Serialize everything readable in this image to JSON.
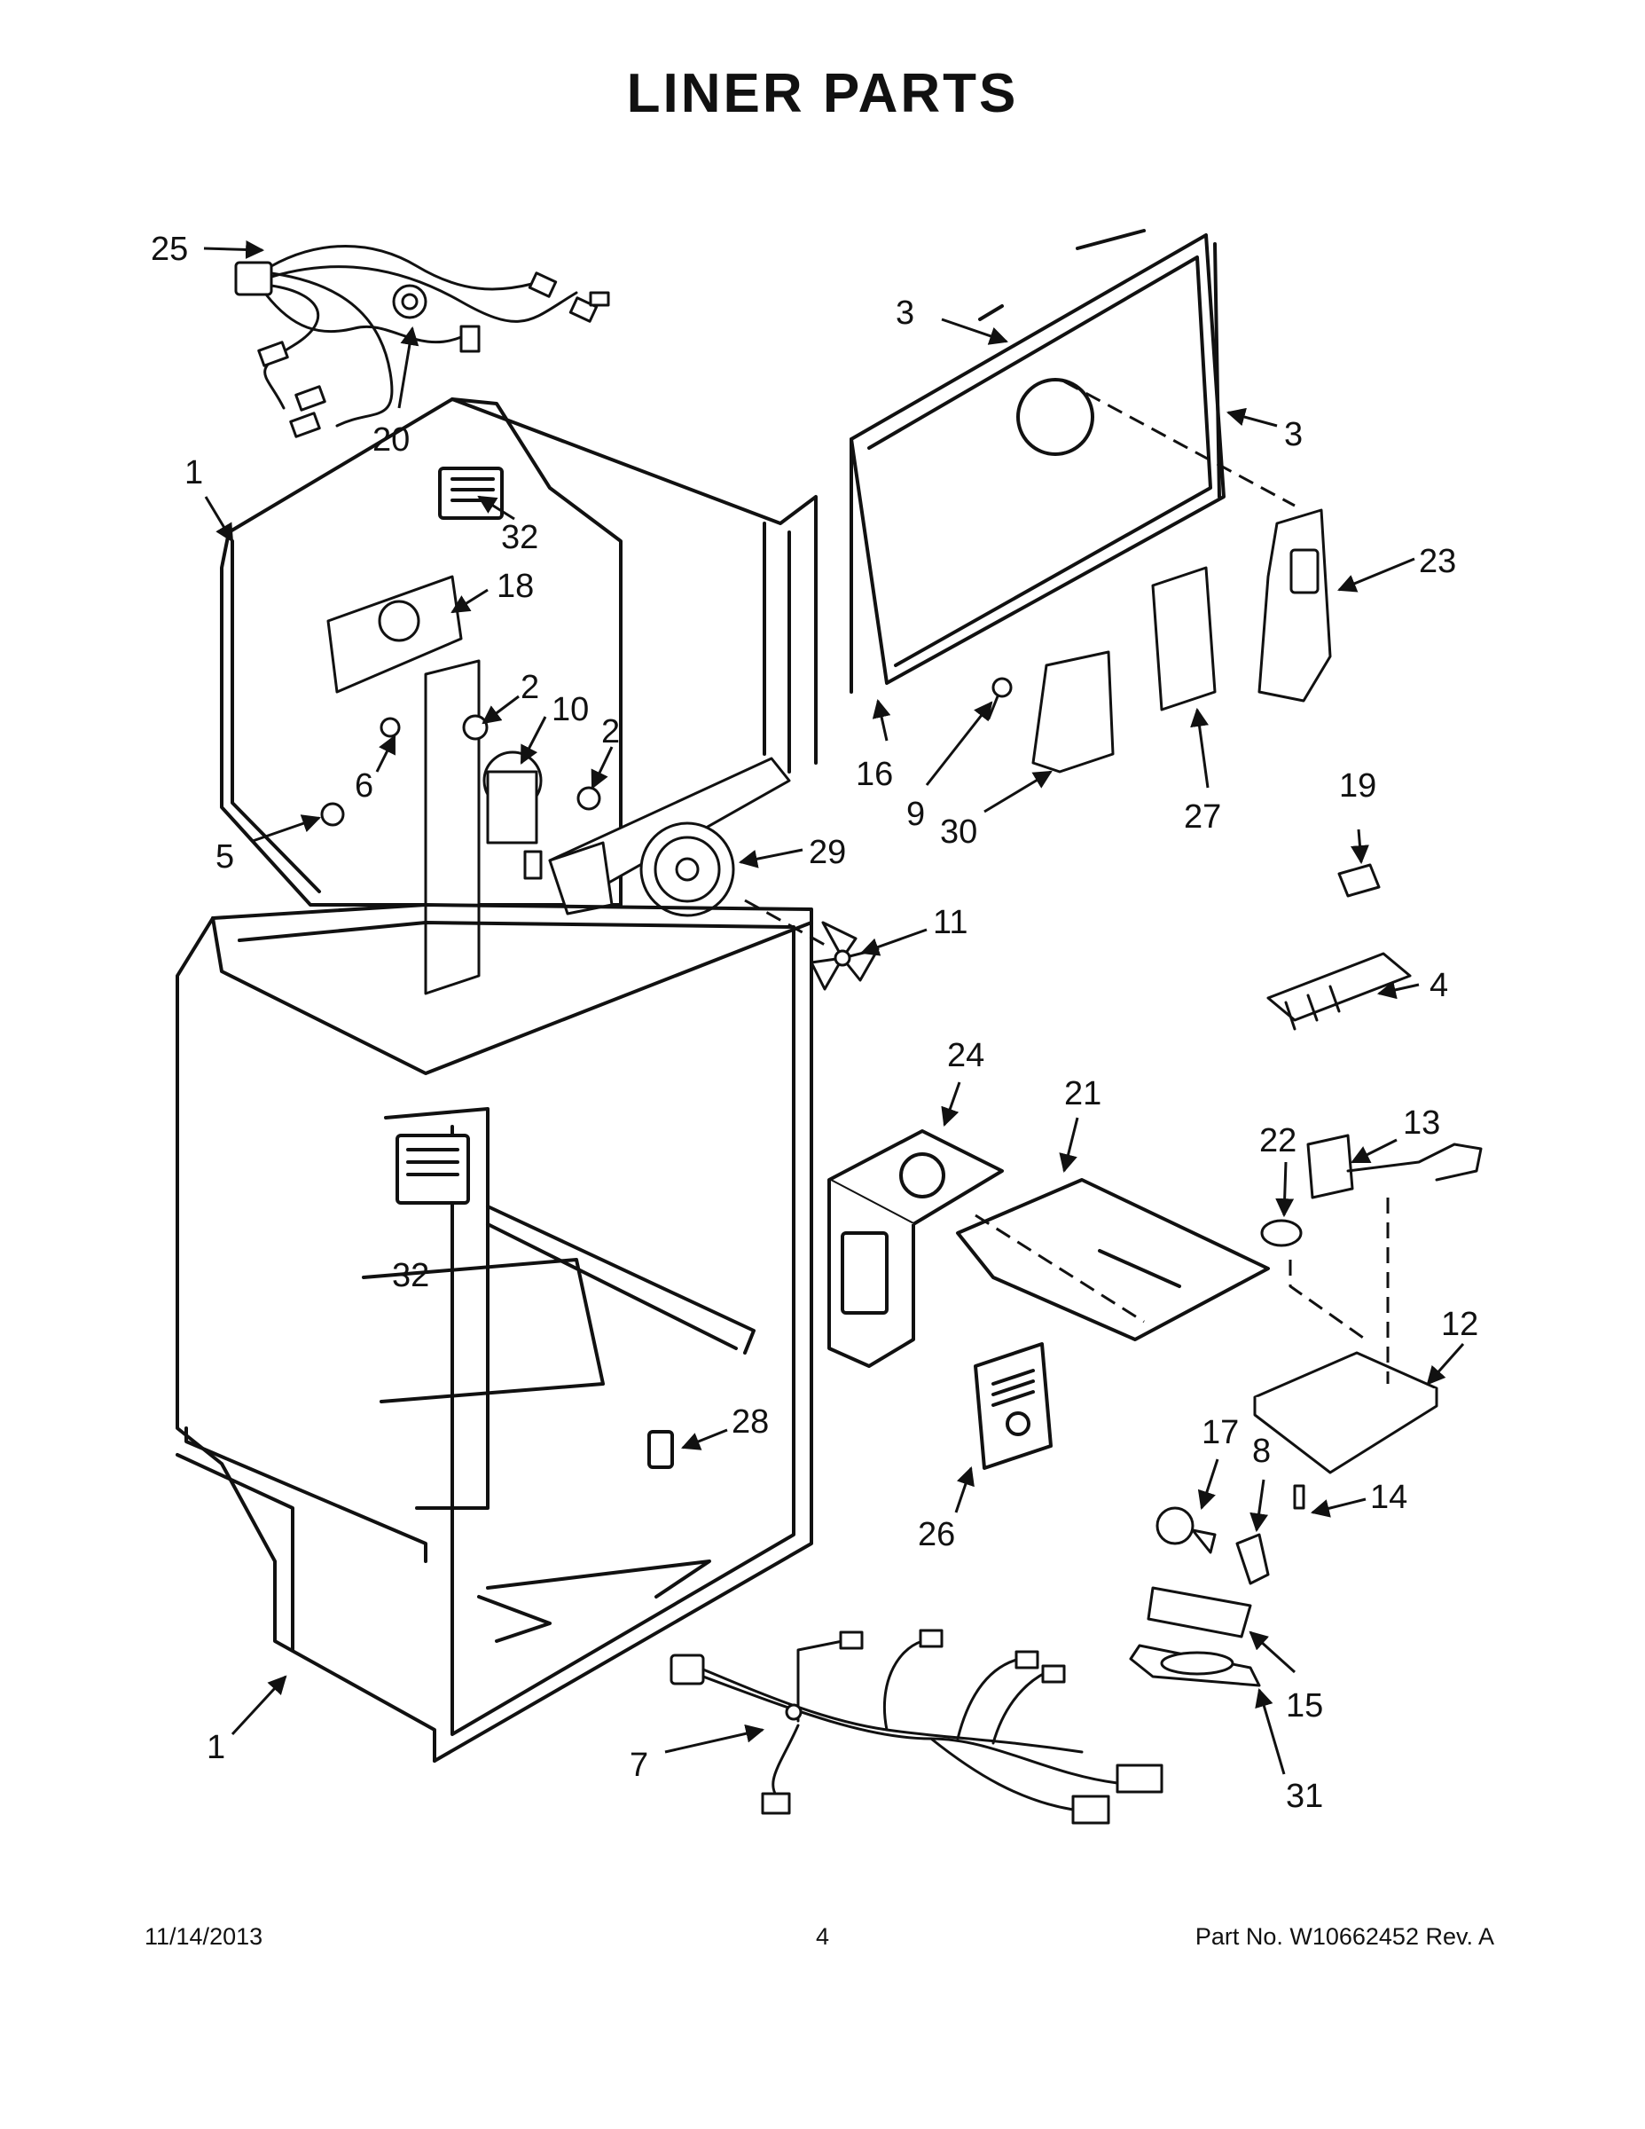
{
  "title": "LINER PARTS",
  "callouts": [
    {
      "id": "c25",
      "label": "25"
    },
    {
      "id": "c20",
      "label": "20"
    },
    {
      "id": "c1a",
      "label": "1"
    },
    {
      "id": "c32a",
      "label": "32"
    },
    {
      "id": "c18",
      "label": "18"
    },
    {
      "id": "c2a",
      "label": "2"
    },
    {
      "id": "c10",
      "label": "10"
    },
    {
      "id": "c2b",
      "label": "2"
    },
    {
      "id": "c6",
      "label": "6"
    },
    {
      "id": "c5",
      "label": "5"
    },
    {
      "id": "c29",
      "label": "29"
    },
    {
      "id": "c11",
      "label": "11"
    },
    {
      "id": "c3a",
      "label": "3"
    },
    {
      "id": "c3b",
      "label": "3"
    },
    {
      "id": "c23",
      "label": "23"
    },
    {
      "id": "c16",
      "label": "16"
    },
    {
      "id": "c9",
      "label": "9"
    },
    {
      "id": "c30",
      "label": "30"
    },
    {
      "id": "c27",
      "label": "27"
    },
    {
      "id": "c19",
      "label": "19"
    },
    {
      "id": "c4",
      "label": "4"
    },
    {
      "id": "c24",
      "label": "24"
    },
    {
      "id": "c21",
      "label": "21"
    },
    {
      "id": "c22",
      "label": "22"
    },
    {
      "id": "c13",
      "label": "13"
    },
    {
      "id": "c12",
      "label": "12"
    },
    {
      "id": "c32b",
      "label": "32"
    },
    {
      "id": "c28",
      "label": "28"
    },
    {
      "id": "c17",
      "label": "17"
    },
    {
      "id": "c8",
      "label": "8"
    },
    {
      "id": "c14",
      "label": "14"
    },
    {
      "id": "c26",
      "label": "26"
    },
    {
      "id": "c15",
      "label": "15"
    },
    {
      "id": "c31",
      "label": "31"
    },
    {
      "id": "c1b",
      "label": "1"
    },
    {
      "id": "c7",
      "label": "7"
    }
  ],
  "footer": {
    "date": "11/14/2013",
    "page": "4",
    "part": "Part No.  W10662452   Rev.  A"
  }
}
